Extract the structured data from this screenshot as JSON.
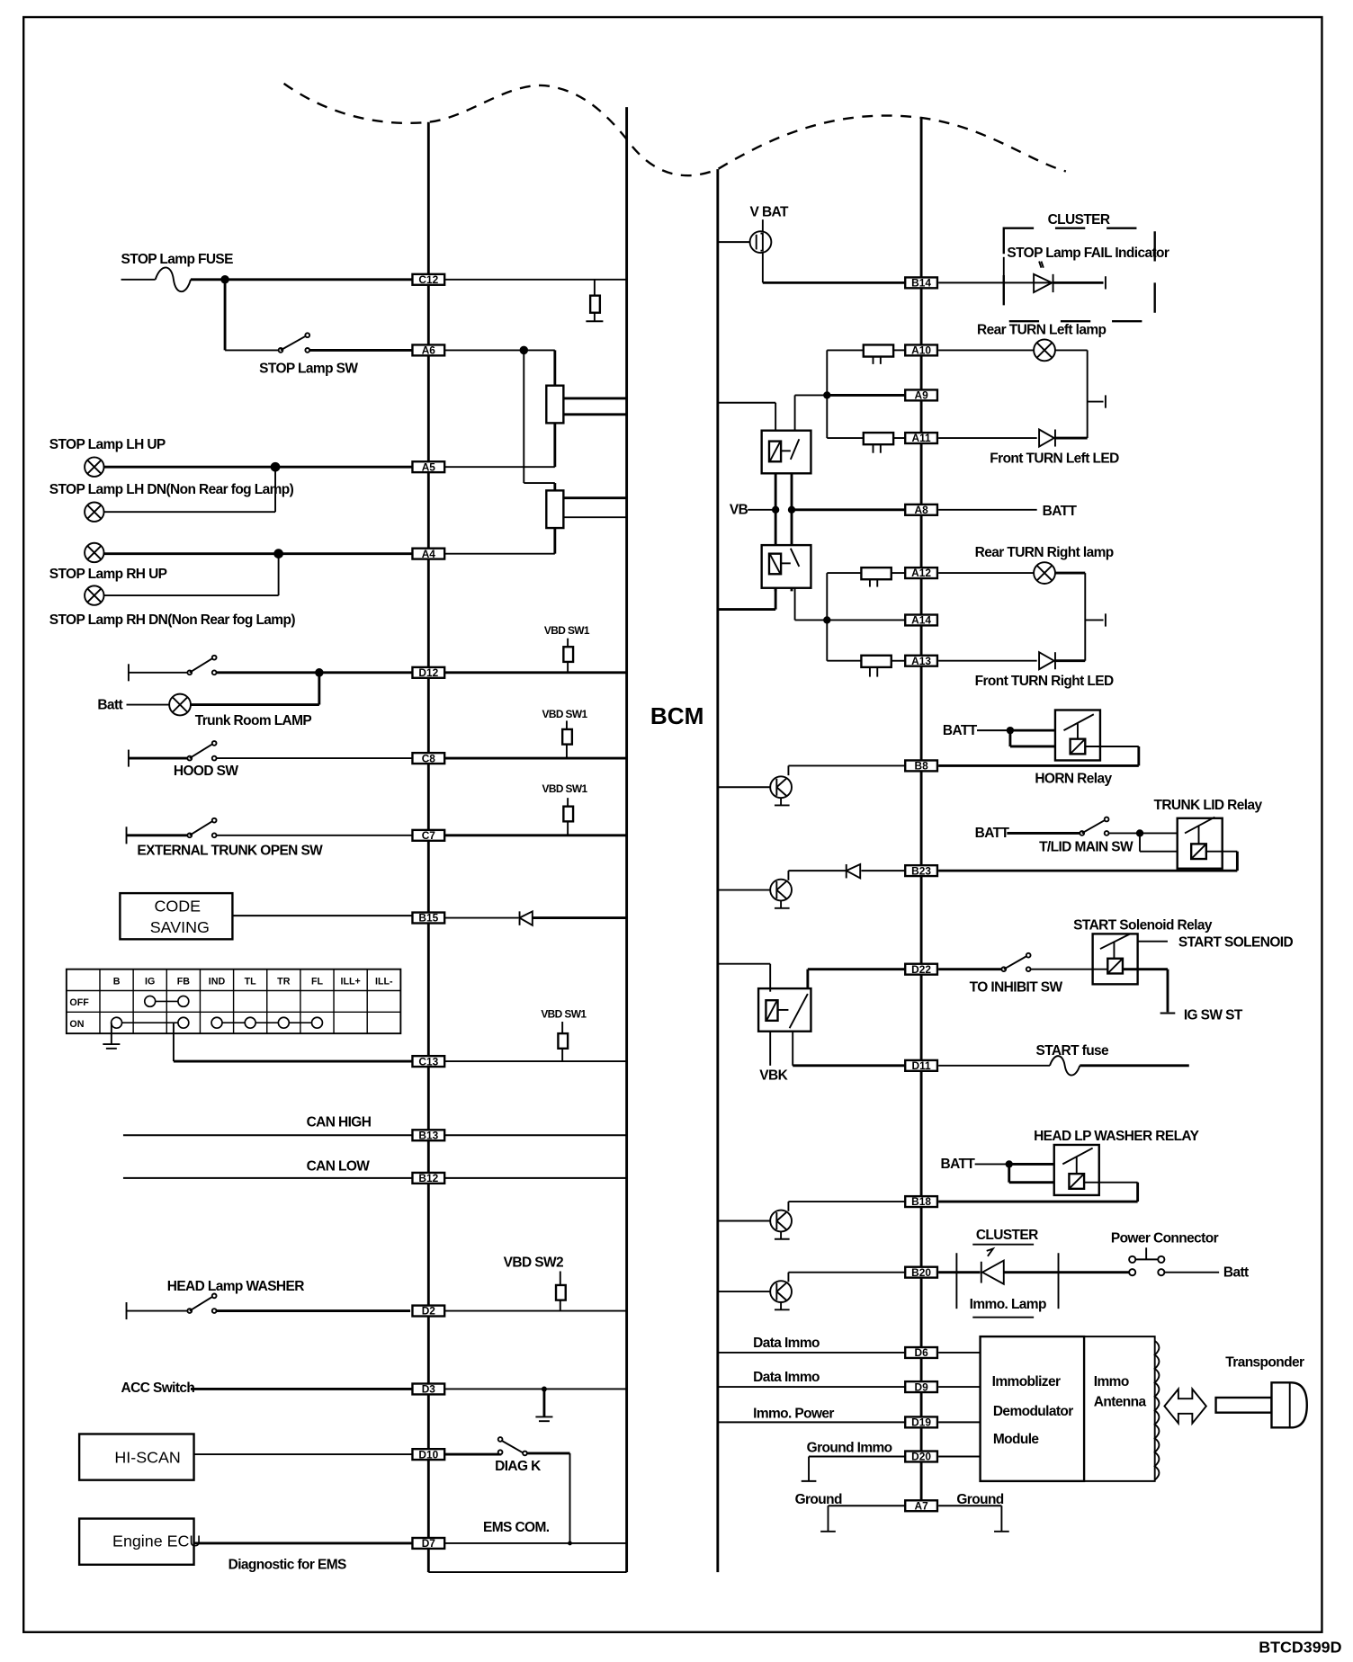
{
  "module": {
    "name": "BCM"
  },
  "figure_id": "BTCD399D",
  "left_side": {
    "stop_lamp": {
      "fuse_label": "STOP Lamp FUSE",
      "switch_label": "STOP Lamp SW",
      "lamps": [
        "STOP Lamp LH UP",
        "STOP Lamp LH DN(Non Rear fog Lamp)",
        "STOP Lamp RH UP",
        "STOP Lamp RH DN(Non Rear fog Lamp)"
      ]
    },
    "vbd_sw1": "VBD SW1",
    "vbd_sw2": "VBD SW2",
    "batt": "Batt",
    "trunk_room_lamp": "Trunk Room LAMP",
    "hood_sw": "HOOD SW",
    "external_trunk_open_sw": "EXTERNAL TRUNK OPEN SW",
    "code_saving": [
      "CODE",
      "SAVING"
    ],
    "switch_table": {
      "columns": [
        "",
        "B",
        "IG",
        "FB",
        "IND",
        "TL",
        "TR",
        "FL",
        "ILL+",
        "ILL-"
      ],
      "rows": [
        {
          "label": "OFF",
          "connected": [
            "IG",
            "FB"
          ]
        },
        {
          "label": "ON",
          "connected": [
            "B",
            "FB",
            "IND",
            "TL",
            "TR",
            "FL"
          ]
        }
      ]
    },
    "can_high": "CAN HIGH",
    "can_low": "CAN LOW",
    "head_lamp_washer": "HEAD Lamp WASHER",
    "acc_switch": "ACC Switch",
    "hi_scan": "HI-SCAN",
    "diag_k": "DIAG K",
    "engine_ecu": "Engine ECU",
    "ems_com": "EMS COM.",
    "diagnostic_for_ems": "Diagnostic for EMS"
  },
  "right_side": {
    "v_bat": "V BAT",
    "cluster_1": "CLUSTER",
    "stop_lamp_fail": "STOP Lamp FAIL Indicator",
    "rear_turn_left": "Rear TURN Left lamp",
    "front_turn_left": "Front TURN Left LED",
    "vb": "VB",
    "batt_caps": "BATT",
    "rear_turn_right": "Rear TURN Right lamp",
    "front_turn_right": "Front TURN Right LED",
    "horn_relay": "HORN Relay",
    "trunk_lid_relay": "TRUNK LID Relay",
    "tlid_main_sw": "T/LID MAIN SW",
    "start_solenoid_relay": "START Solenoid Relay",
    "start_solenoid": "START SOLENOID",
    "to_inhibit_sw": "TO INHIBIT SW",
    "ig_sw_st": "IG SW ST",
    "vbk": "VBK",
    "start_fuse": "START fuse",
    "head_lp_washer_relay": "HEAD LP WASHER RELAY",
    "cluster_2": "CLUSTER",
    "immo_lamp": "Immo. Lamp",
    "power_connector": "Power Connector",
    "batt_small": "Batt",
    "data_immo_1": "Data Immo",
    "data_immo_2": "Data Immo",
    "immo_power": "Immo. Power",
    "ground_immo": "Ground  Immo",
    "ground_left": "Ground",
    "ground_right": "Ground",
    "immobilizer_module": [
      "Immoblizer",
      "Demodulator",
      "Module"
    ],
    "immo_antenna": [
      "Immo",
      "Antenna"
    ],
    "transponder": "Transponder"
  },
  "connectors": {
    "left": [
      "C12",
      "A6",
      "A5",
      "A4",
      "D12",
      "C8",
      "C7",
      "B15",
      "C13",
      "B13",
      "B12",
      "D2",
      "D3",
      "D10",
      "D7"
    ],
    "right": [
      "B14",
      "A10",
      "A9",
      "A11",
      "A8",
      "A12",
      "A14",
      "A13",
      "B8",
      "B23",
      "D22",
      "D11",
      "B18",
      "B20",
      "D6",
      "D9",
      "D19",
      "D20",
      "A7"
    ]
  }
}
